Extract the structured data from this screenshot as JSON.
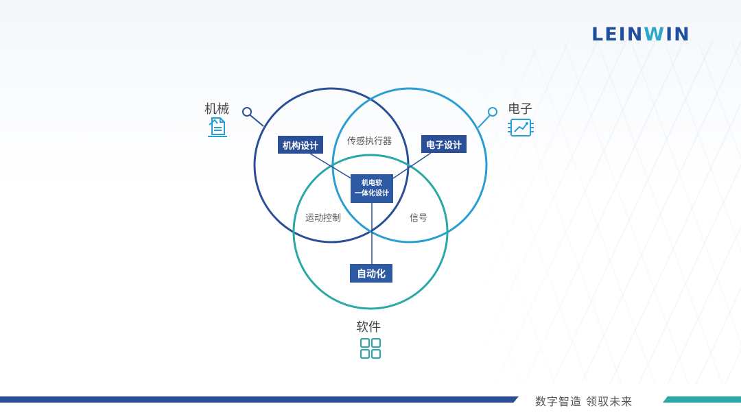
{
  "brand": {
    "logo_text_a": "LEIN",
    "logo_text_b": "W",
    "logo_text_c": "IN"
  },
  "colors": {
    "mech_circle": "#2a4f96",
    "elec_circle": "#2a9ed3",
    "soft_circle": "#2aa7a7",
    "tag_bg": "#2a4f96"
  },
  "circles": {
    "mechanical": {
      "title": "机械",
      "icon": "document-icon"
    },
    "electronic": {
      "title": "电子",
      "icon": "circuit-chip-icon"
    },
    "software": {
      "title": "软件",
      "icon": "grid-icon"
    }
  },
  "tags": {
    "mechanism_design": "机构设计",
    "electronic_design": "电子设计",
    "center_line1": "机电软",
    "center_line2": "一体化设计",
    "automation": "自动化"
  },
  "labels": {
    "sensor_actuator": "传感执行器",
    "motion_control": "运动控制",
    "signal": "信号"
  },
  "footer": {
    "slogan": "数字智造 领驭未来"
  }
}
